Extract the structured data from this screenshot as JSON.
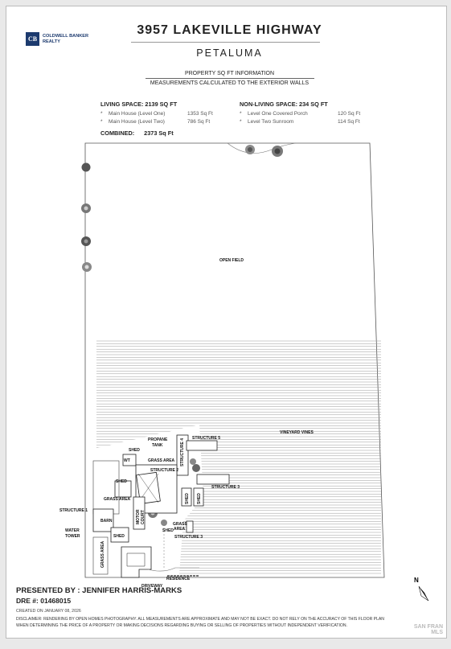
{
  "logo": {
    "mark": "CB",
    "line1": "COLDWELL BANKER",
    "line2": "REALTY"
  },
  "title": "3957 LAKEVILLE HIGHWAY",
  "subtitle": "PETALUMA",
  "info": {
    "heading": "PROPERTY SQ FT INFORMATION",
    "subheading": "MEASUREMENTS CALCULATED TO THE EXTERIOR WALLS"
  },
  "living": {
    "heading": "LIVING SPACE: 2139 SQ FT",
    "items": [
      {
        "bullet": "*",
        "name": "Main House (Level One)",
        "value": "1353 Sq Ft"
      },
      {
        "bullet": "*",
        "name": "Main House (Level Two)",
        "value": "786 Sq Ft"
      }
    ]
  },
  "nonliving": {
    "heading": "NON-LIVING SPACE: 234 SQ FT",
    "items": [
      {
        "bullet": "*",
        "name": "Level One Covered Porch",
        "value": "120 Sq Ft"
      },
      {
        "bullet": "*",
        "name": "Level Two Sunroom",
        "value": "114 Sq Ft"
      }
    ]
  },
  "combined": {
    "label": "COMBINED:",
    "value": "2373 Sq Ft"
  },
  "plan_labels": {
    "open_field": "OPEN FIELD",
    "vineyard": "VINEYARD VINES",
    "propane": "PROPANE",
    "tank": "TANK",
    "shed_top": "SHED",
    "wt": "WT",
    "grass_top": "GRASS AREA",
    "structure4": "STRUCTURE 4",
    "structure5": "STRUCTURE 5",
    "structure2": "STRUCTURE 2",
    "shed_left": "SHED",
    "grass_left": "GRASS AREA",
    "structure1": "STRUCTURE 1",
    "barn": "BARN",
    "motor": "MOTOR",
    "court": "COURT",
    "shed_a": "SHED",
    "shed_b": "SHED",
    "structure3a": "STRUCTURE 3",
    "grass_mid1": "GRASS",
    "grass_mid2": "AREA",
    "shed_mid": "SHED",
    "structure3b": "STRUCTURE 3",
    "water": "WATER",
    "tower": "TOWER",
    "shed_low": "SHED",
    "grass_vert": "GRASS AREA",
    "residence": "RESIDENCE",
    "driveway": "DRIVEWAY",
    "north": "N"
  },
  "presented": "PRESENTED BY : JENNIFER HARRIS-MARKS",
  "dre": "DRE #: 01468015",
  "created": "CREATED ON JANUARY 08, 2026",
  "disclaimer": "DISCLAIMER: RENDERING BY OPEN HOMES PHOTOGRAPHY. ALL MEASUREMENTS ARE APPROXIMATE AND MAY NOT BE EXACT. DO NOT RELY ON THE ACCURACY OF THIS FLOOR PLAN WHEN DETERMINING THE PRICE OF A PROPERTY OR MAKING DECISIONS REGARDING BUYING OR SELLING OF PROPERTIES WITHOUT INDEPENDENT VERIFICATION.",
  "watermark": {
    "line1": "SAN FRAN",
    "line2": "MLS"
  }
}
